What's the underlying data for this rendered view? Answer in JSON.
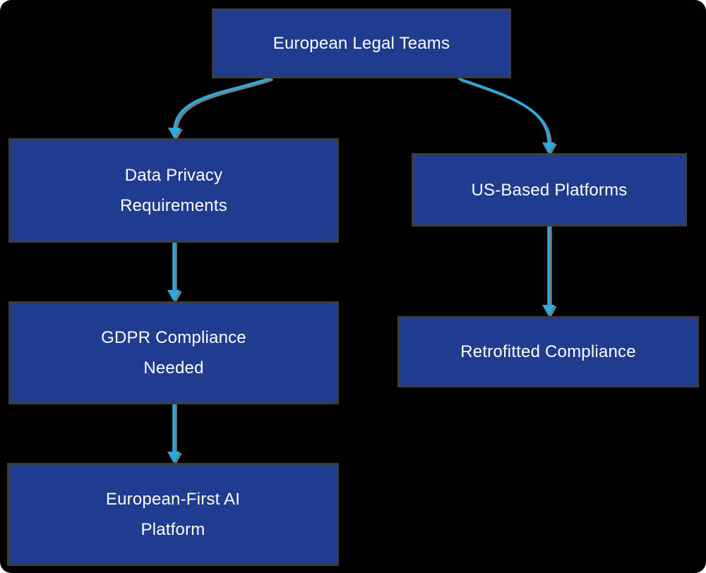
{
  "diagram": {
    "type": "flowchart",
    "direction": "top-down",
    "colors": {
      "background": "#000000",
      "node_fill": "#203c8e",
      "node_border": "#3d3d3d",
      "edge_color": "#2aaae1",
      "edge_shadow": "#7a7a7a",
      "text_color": "#ffffff"
    },
    "nodes": [
      {
        "id": "european-legal-teams",
        "label": "European Legal Teams"
      },
      {
        "id": "data-privacy-requirements",
        "label": "Data Privacy\nRequirements"
      },
      {
        "id": "us-based-platforms",
        "label": "US-Based Platforms"
      },
      {
        "id": "gdpr-compliance-needed",
        "label": "GDPR Compliance\nNeeded"
      },
      {
        "id": "retrofitted-compliance",
        "label": "Retrofitted Compliance"
      },
      {
        "id": "european-first-ai-platform",
        "label": "European-First AI\nPlatform"
      }
    ],
    "edges": [
      {
        "from": "european-legal-teams",
        "to": "data-privacy-requirements"
      },
      {
        "from": "european-legal-teams",
        "to": "us-based-platforms"
      },
      {
        "from": "data-privacy-requirements",
        "to": "gdpr-compliance-needed"
      },
      {
        "from": "gdpr-compliance-needed",
        "to": "european-first-ai-platform"
      },
      {
        "from": "us-based-platforms",
        "to": "retrofitted-compliance"
      }
    ]
  }
}
